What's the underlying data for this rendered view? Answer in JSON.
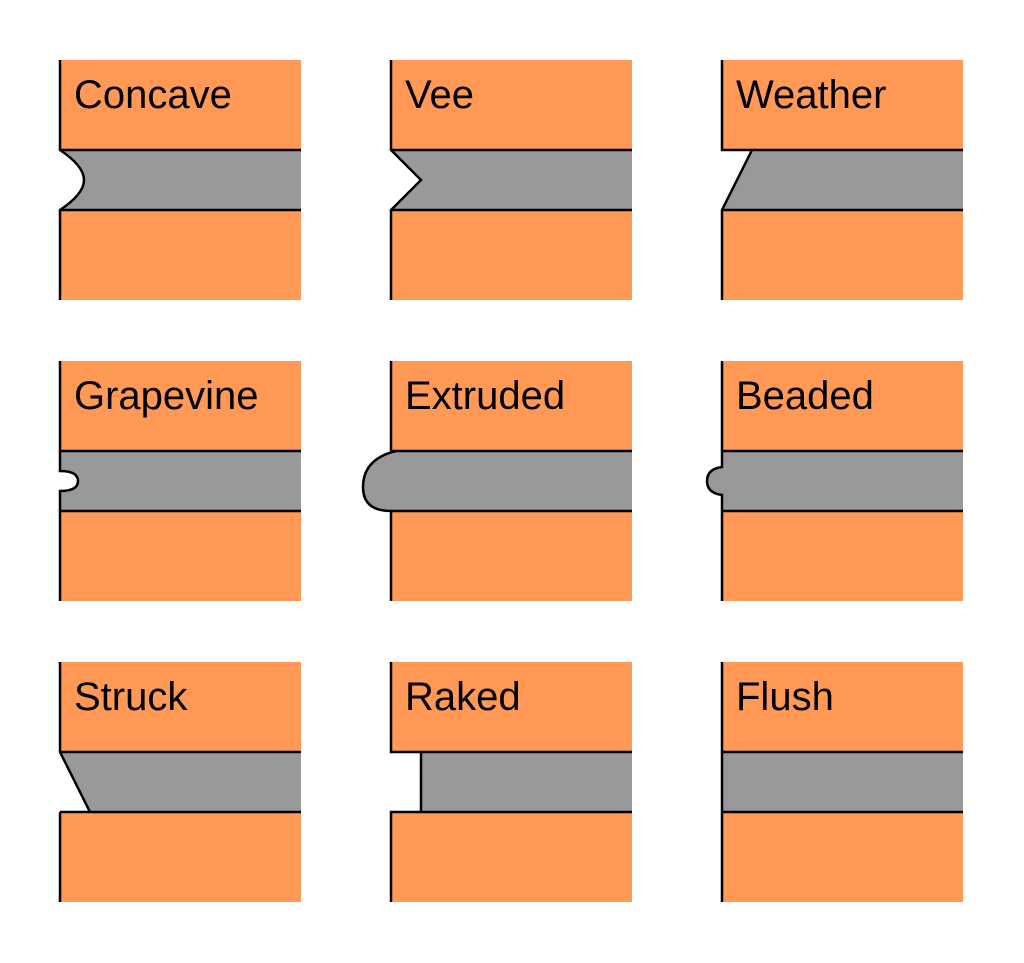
{
  "colors": {
    "brick": "#ff9955",
    "mortar": "#999999",
    "outline": "#000000",
    "background": "#ffffff"
  },
  "joints": [
    {
      "id": "concave",
      "label": "Concave"
    },
    {
      "id": "vee",
      "label": "Vee"
    },
    {
      "id": "weather",
      "label": "Weather"
    },
    {
      "id": "grapevine",
      "label": "Grapevine"
    },
    {
      "id": "extruded",
      "label": "Extruded"
    },
    {
      "id": "beaded",
      "label": "Beaded"
    },
    {
      "id": "struck",
      "label": "Struck"
    },
    {
      "id": "raked",
      "label": "Raked"
    },
    {
      "id": "flush",
      "label": "Flush"
    }
  ]
}
